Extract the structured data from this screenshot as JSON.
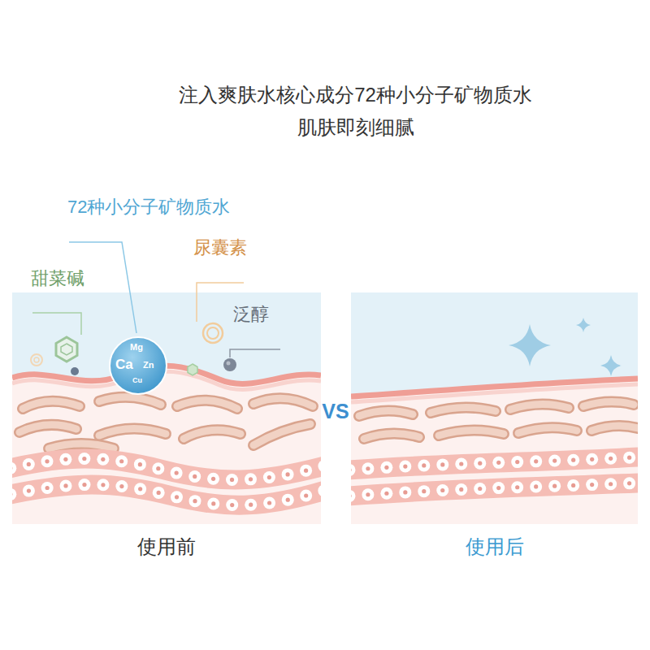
{
  "diagram": {
    "title": "注入爽肤水核心成分72种小分子矿物质水 肌肤即刻细腻",
    "nodes": [
      {
        "text": [
          "使用前"
        ]
      },
      {
        "text": [
          "Mg",
          "Ca",
          "Zn",
          "Cu"
        ],
        "in": 0
      },
      {
        "text": [
          "使用后"
        ]
      }
    ],
    "labels": [
      "72种小分子矿物质水",
      "尿囊素",
      "甜菜碱",
      "泛醇",
      "VS"
    ]
  }
}
